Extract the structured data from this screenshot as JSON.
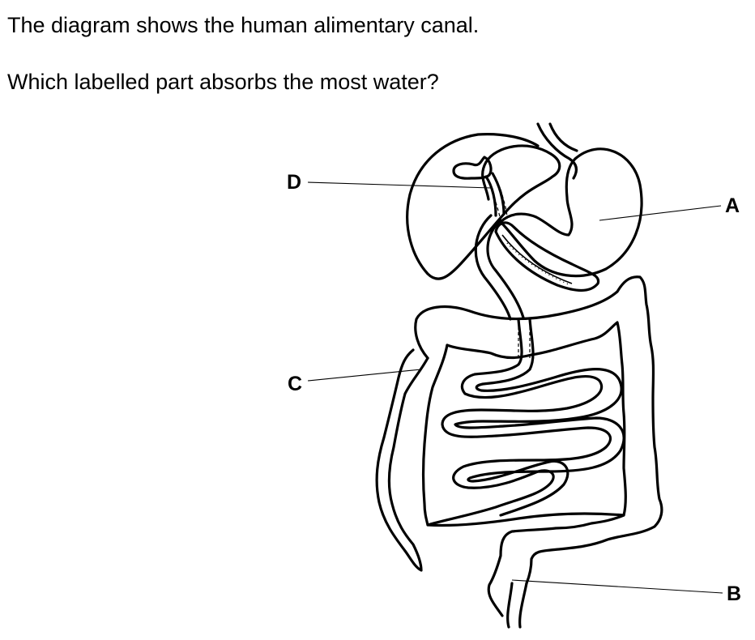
{
  "question": {
    "intro": "The diagram shows the human alimentary canal.",
    "prompt": "Which labelled part absorbs the most water?"
  },
  "diagram": {
    "labels": {
      "a": "A",
      "b": "B",
      "c": "C",
      "d": "D"
    }
  }
}
